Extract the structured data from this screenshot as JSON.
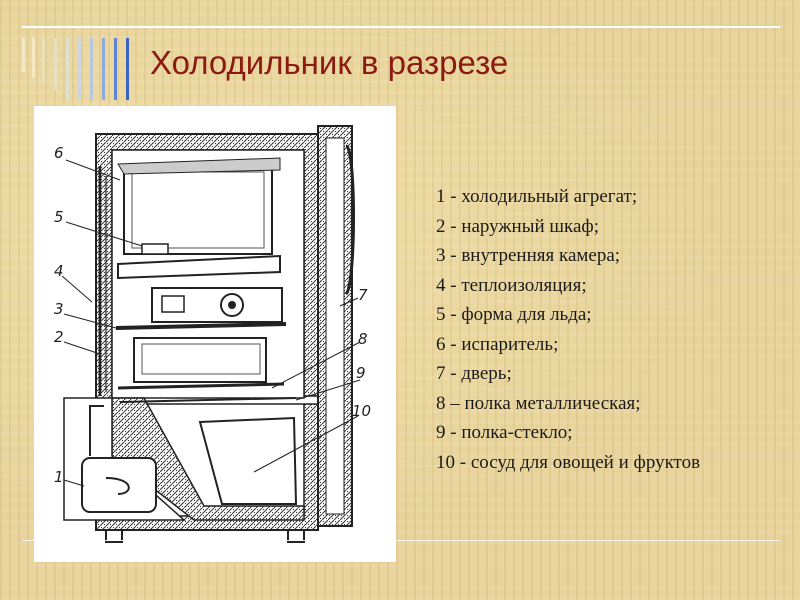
{
  "slide": {
    "title": "Холодильник в разрезе",
    "title_color": "#8b1a12",
    "background_color": "#e7d39b"
  },
  "figure": {
    "callout_numbers": [
      "1",
      "2",
      "3",
      "4",
      "5",
      "6",
      "7",
      "8",
      "9",
      "10"
    ]
  },
  "legend": {
    "items": [
      "1 - холодильный агрегат;",
      "2 - наружный шкаф;",
      "3 - внутренняя камера;",
      "4 - теплоизоляция;",
      "5 - форма для льда;",
      "6 - испаритель;",
      "7 - дверь;",
      "8 – полка металлическая;",
      "9 - полка-стекло;",
      "10 - сосуд для овощей и фруктов"
    ]
  }
}
